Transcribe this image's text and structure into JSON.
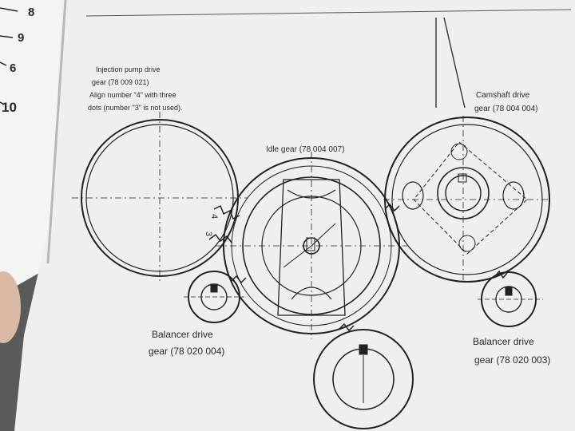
{
  "left_page": {
    "numbers": [
      "8",
      "9",
      "6",
      "10"
    ]
  },
  "labels": {
    "injection_pump": [
      "Injection pump drive",
      "gear (78 009 021)",
      "Align number \"4\" with three",
      "dots (number \"3\" is not used)."
    ],
    "idle_gear": "Idle gear (78 004 007)",
    "camshaft": [
      "Camshaft drive",
      "gear (78 004 004)"
    ],
    "balancer_left": [
      "Balancer drive",
      "gear (78 020 004)"
    ],
    "balancer_right": [
      "Balancer drive",
      "gear (78 020 003)"
    ],
    "gear_marks": [
      "4",
      "3"
    ]
  }
}
